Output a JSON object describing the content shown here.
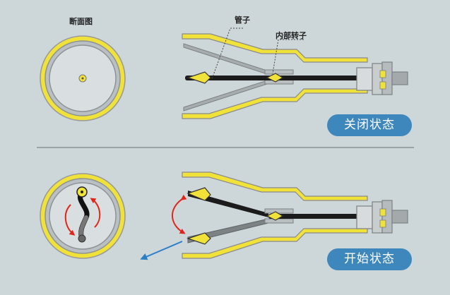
{
  "labels": {
    "section_view": "断面图",
    "pipe": "管子",
    "inner_rotor": "内部转子"
  },
  "states": {
    "closed": "关闭状态",
    "open": "开始状态"
  },
  "colors": {
    "background": "#cdd6d9",
    "yellow": "#f1e23a",
    "badge": "#3d87bd",
    "rotor": "#1b1b1b",
    "arrow_red": "#e0261c",
    "arrow_blue": "#2a7fc7"
  }
}
